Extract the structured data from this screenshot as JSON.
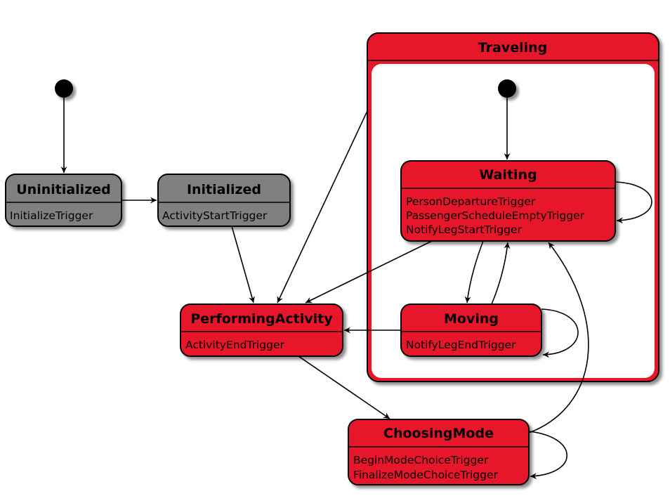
{
  "composite": {
    "title": "Traveling",
    "fill": "#e8192c"
  },
  "states": {
    "uninitialized": {
      "title": "Uninitialized",
      "triggers": [
        "InitializeTrigger"
      ],
      "fill": "#808080"
    },
    "initialized": {
      "title": "Initialized",
      "triggers": [
        "ActivityStartTrigger"
      ],
      "fill": "#808080"
    },
    "performing_activity": {
      "title": "PerformingActivity",
      "triggers": [
        "ActivityEndTrigger"
      ],
      "fill": "#e8192c"
    },
    "waiting": {
      "title": "Waiting",
      "triggers": [
        "PersonDepartureTrigger",
        "PassengerScheduleEmptyTrigger",
        "NotifyLegStartTrigger"
      ],
      "fill": "#e8192c"
    },
    "moving": {
      "title": "Moving",
      "triggers": [
        "NotifyLegEndTrigger"
      ],
      "fill": "#e8192c"
    },
    "choosing_mode": {
      "title": "ChoosingMode",
      "triggers": [
        "BeginModeChoiceTrigger",
        "FinalizeModeChoiceTrigger"
      ],
      "fill": "#e8192c"
    }
  }
}
